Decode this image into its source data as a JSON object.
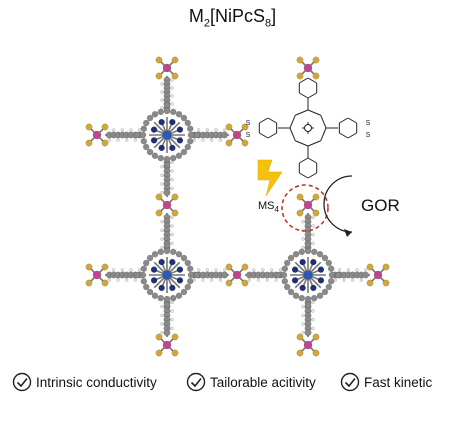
{
  "title": {
    "main": "M",
    "sub1": "2",
    "bracket": "[NiPcS",
    "sub2": "8",
    "close": "]"
  },
  "labels": {
    "ms4": "MS",
    "ms4_sub": "4",
    "gor": "GOR",
    "s_atom": "S"
  },
  "features": [
    {
      "icon": "check-circle-icon",
      "label": "Intrinsic conductivity"
    },
    {
      "icon": "check-circle-icon",
      "label": "Tailorable acitivity"
    },
    {
      "icon": "check-circle-icon",
      "label": "Fast kinetic"
    }
  ],
  "colors": {
    "carbon": "#8a8a8a",
    "nitrogen": "#1f2f7a",
    "nickel": "#2a59b8",
    "metal": "#c0458c",
    "sulfur": "#d2a637",
    "hydrogen": "#e6e6e6",
    "highlight_ring": "#c0392b",
    "lightning": "#f4c20d"
  }
}
